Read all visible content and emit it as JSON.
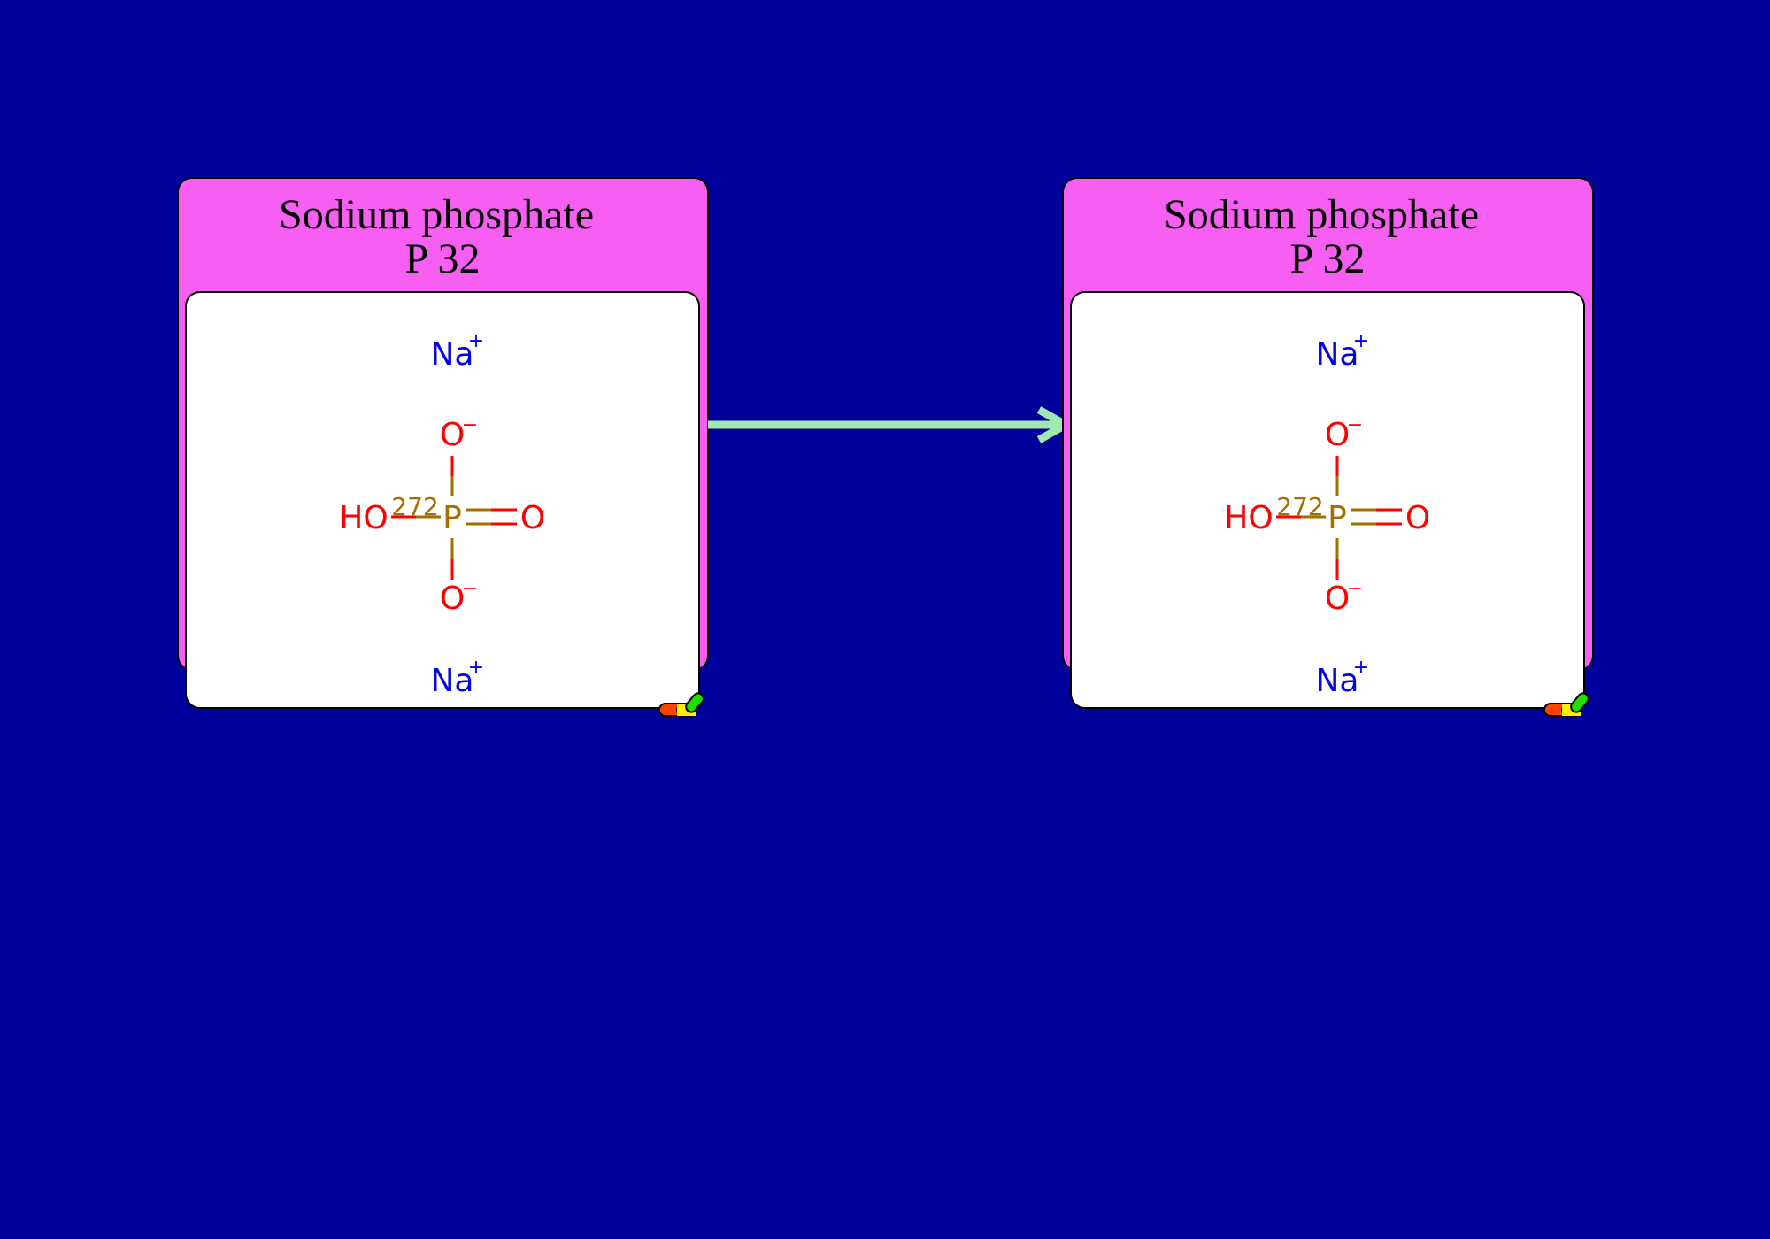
{
  "colors": {
    "background": "#00009b",
    "card_header": "#f65ff2",
    "card_body": "#ffffff",
    "arrow": "#a0e8b0",
    "oxygen": "#ff0000",
    "phosphorus": "#a66e00",
    "sodium": "#0000ee"
  },
  "cards": [
    {
      "title_line1": "Sodium phosphate",
      "title_line2": "P 32",
      "molecule": {
        "sodium_top": "Na",
        "sodium_bottom": "Na",
        "cation_charge": "+",
        "oxygen_top": "O",
        "oxygen_bottom": "O",
        "anion_charge": "−",
        "hydroxyl": "HO",
        "isotope": "272",
        "phosphorus": "P",
        "oxygen_double": "O"
      },
      "icon": "drug-capsules-icon"
    },
    {
      "title_line1": "Sodium phosphate",
      "title_line2": "P 32",
      "molecule": {
        "sodium_top": "Na",
        "sodium_bottom": "Na",
        "cation_charge": "+",
        "oxygen_top": "O",
        "oxygen_bottom": "O",
        "anion_charge": "−",
        "hydroxyl": "HO",
        "isotope": "272",
        "phosphorus": "P",
        "oxygen_double": "O"
      },
      "icon": "drug-capsules-icon"
    }
  ],
  "connector": {
    "icon": "arrow-right-icon"
  }
}
